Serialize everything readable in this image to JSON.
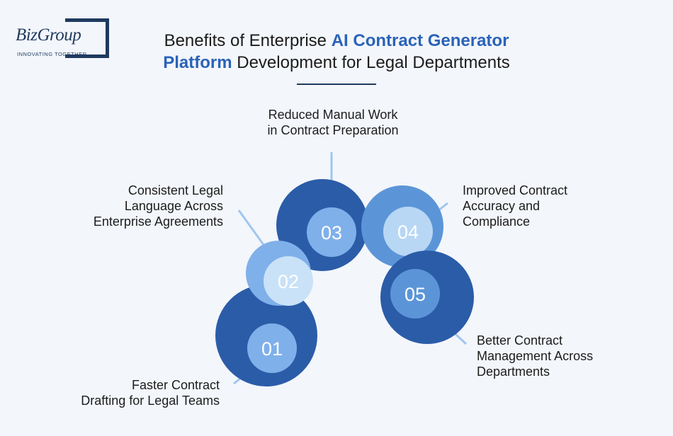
{
  "logo": {
    "name": "BizGroup",
    "tagline": "INNOVATING TOGETHER"
  },
  "title": {
    "part1": "Benefits of Enterprise ",
    "highlight1": "AI Contract Generator",
    "highlight2": "Platform",
    "part2": " Development for Legal Departments"
  },
  "items": [
    {
      "number": "01",
      "label_line1": "Faster Contract",
      "label_line2": "Drafting for Legal Teams",
      "label_line3": ""
    },
    {
      "number": "02",
      "label_line1": "Consistent Legal",
      "label_line2": "Language Across",
      "label_line3": "Enterprise Agreements"
    },
    {
      "number": "03",
      "label_line1": "Reduced Manual Work",
      "label_line2": "in Contract Preparation",
      "label_line3": ""
    },
    {
      "number": "04",
      "label_line1": "Improved Contract",
      "label_line2": "Accuracy and",
      "label_line3": "Compliance"
    },
    {
      "number": "05",
      "label_line1": "Better Contract",
      "label_line2": "Management Across",
      "label_line3": "Departments"
    }
  ],
  "colors": {
    "dark_blue": "#2b5ca8",
    "mid_blue": "#5b95d8",
    "light_blue": "#b8d7f4",
    "inner_blue": "#7fb0ea",
    "connector": "#9fc6ef",
    "title_highlight": "#2a63b8"
  }
}
